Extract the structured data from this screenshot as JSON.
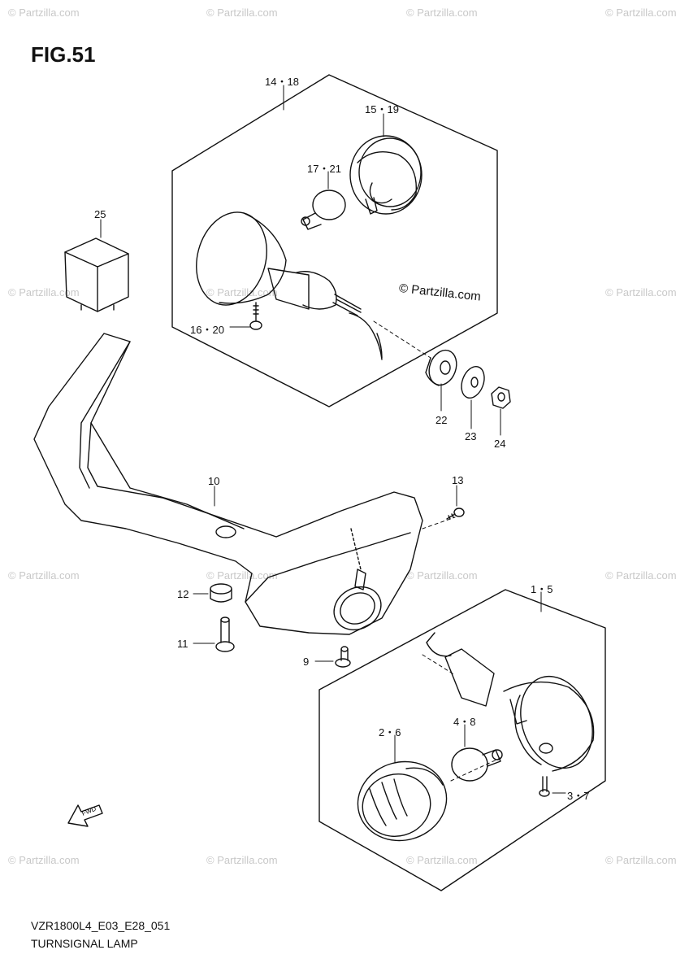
{
  "figure": {
    "title": "FIG.51",
    "model_code": "VZR1800L4_E03_E28_051",
    "name": "TURNSIGNAL LAMP",
    "copyright": "© Partzilla.com",
    "watermark": "© Partzilla.com",
    "fwd_label": "FWD"
  },
  "callouts": {
    "c14_18": "14・18",
    "c15_19": "15・19",
    "c17_21": "17・21",
    "c25": "25",
    "c16_20": "16・20",
    "c22": "22",
    "c23": "23",
    "c24": "24",
    "c10": "10",
    "c13": "13",
    "c12": "12",
    "c11": "11",
    "c9": "9",
    "c1_5": "1・5",
    "c2_6": "2・6",
    "c4_8": "4・8",
    "c3_7": "3・7"
  }
}
